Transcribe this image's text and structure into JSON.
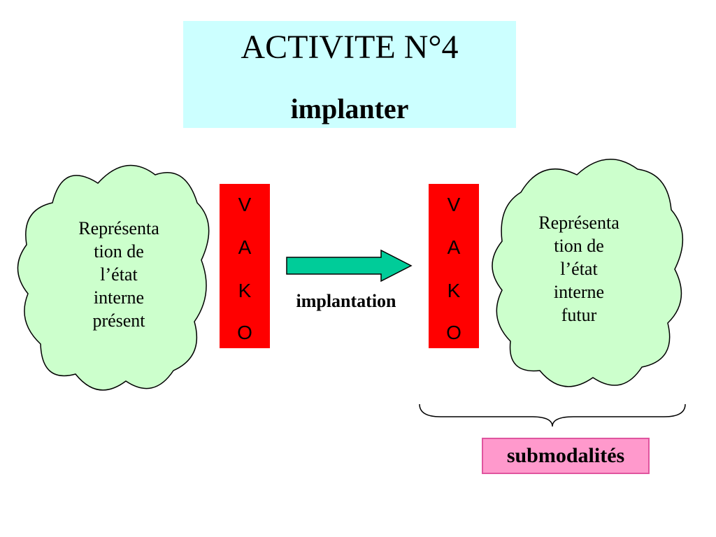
{
  "title": {
    "line1": "ACTIVITE N°4",
    "line2": "implanter"
  },
  "left_cloud": {
    "lines": [
      "Représenta",
      "tion de",
      "l’état",
      "interne",
      "présent"
    ]
  },
  "right_cloud": {
    "lines": [
      "Représenta",
      "tion de",
      "l’état",
      "interne",
      "futur"
    ]
  },
  "left_bar": {
    "letters": [
      "V",
      "A",
      "K",
      "O"
    ]
  },
  "right_bar": {
    "letters": [
      "V",
      "A",
      "K",
      "O"
    ]
  },
  "arrow": {
    "label": "implantation"
  },
  "submodalities": {
    "label": "submodalités"
  },
  "colors": {
    "title_bg": "#ccffff",
    "cloud_fill": "#ccffcc",
    "bar_red": "#ff0000",
    "arrow_fill": "#00cc99",
    "label_bg": "#ff99cc"
  }
}
